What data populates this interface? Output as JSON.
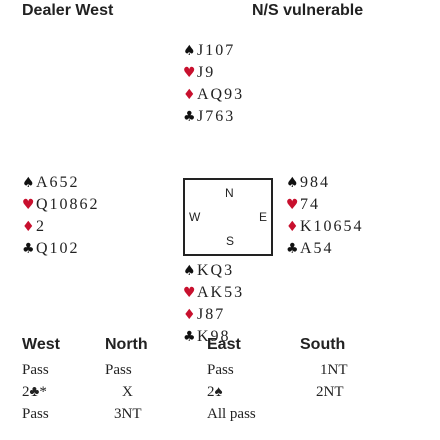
{
  "header": {
    "dealer": "Dealer West",
    "vulnerability": "N/S vulnerable"
  },
  "compass": {
    "north": "N",
    "west": "W",
    "east": "E",
    "south": "S"
  },
  "hands": {
    "north": {
      "spades": "J107",
      "hearts": "J9",
      "diamonds": "AQ93",
      "clubs": "J763"
    },
    "west": {
      "spades": "A652",
      "hearts": "Q10862",
      "diamonds": "2",
      "clubs": "Q102"
    },
    "east": {
      "spades": "984",
      "hearts": "74",
      "diamonds": "K10654",
      "clubs": "A54"
    },
    "south": {
      "spades": "KQ3",
      "hearts": "AK53",
      "diamonds": "J87",
      "clubs": "K98"
    }
  },
  "suit_symbols": {
    "spades": "♠",
    "hearts": "♥",
    "diamonds": "♦",
    "clubs": "♣"
  },
  "colors": {
    "red_suit": "#c8102e",
    "black_suit": "#111111"
  },
  "bidding": {
    "headers": [
      "West",
      "North",
      "East",
      "South"
    ],
    "rows": [
      {
        "west": "Pass",
        "north": "Pass",
        "east": "Pass",
        "south": "1NT"
      },
      {
        "west": "2♣*",
        "north": "X",
        "east": "2♠",
        "south": "2NT"
      },
      {
        "west": "Pass",
        "north": "3NT",
        "east": "All pass",
        "south": ""
      }
    ]
  }
}
